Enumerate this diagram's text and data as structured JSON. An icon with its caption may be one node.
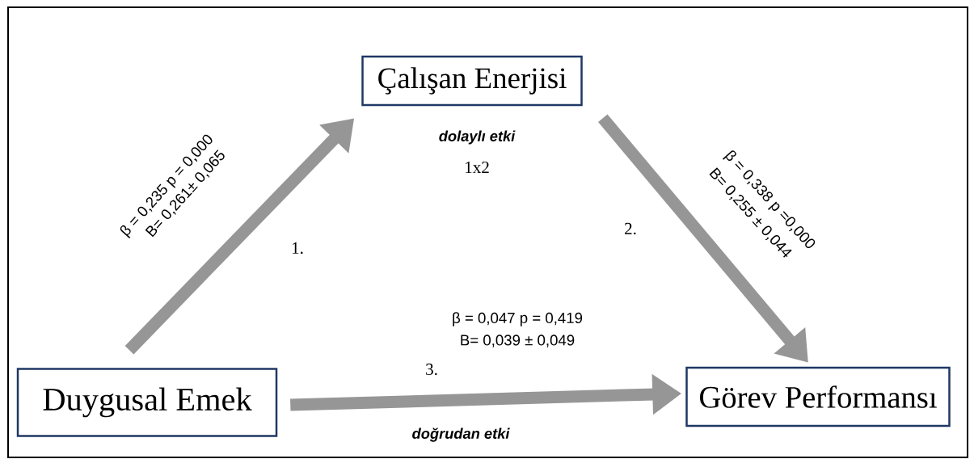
{
  "diagram": {
    "nodes": [
      {
        "text": [
          "Çalışan Enerjisi"
        ]
      },
      {
        "text": [
          "Duygusal Emek"
        ]
      },
      {
        "text": [
          "Görev Performansı"
        ]
      }
    ],
    "edges": [
      {
        "from": 1,
        "to": 0,
        "arrow": "to"
      },
      {
        "from": 0,
        "to": 2,
        "arrow": "to"
      },
      {
        "from": 1,
        "to": 2,
        "arrow": "to"
      }
    ],
    "labels": [
      "dolaylı etki",
      "1x2",
      "β = 0,235 p = 0,000",
      "B= 0,261± 0,065",
      "1.",
      "β = 0,338 p =0,000",
      "B= 0,255 ± 0,044",
      "2.",
      "β = 0,047 p = 0,419",
      "B= 0,039 ± 0,049",
      "3.",
      "doğrudan etki"
    ]
  }
}
